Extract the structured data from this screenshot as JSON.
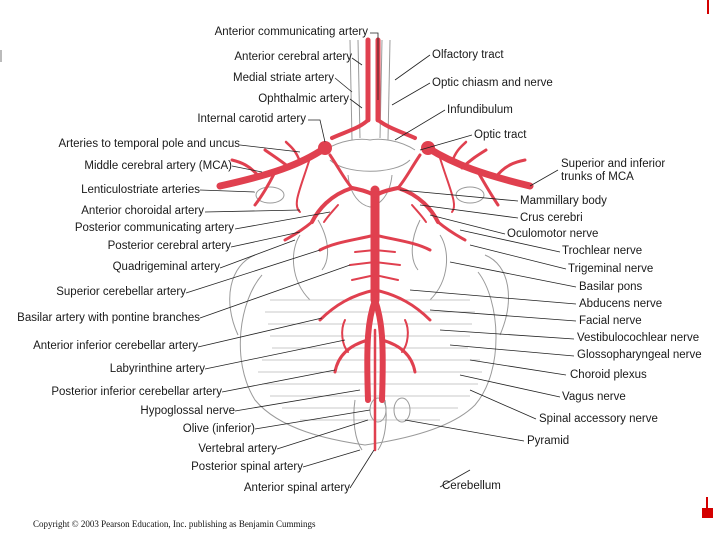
{
  "left_labels": [
    "Anterior communicating artery",
    "Anterior cerebral artery",
    "Medial striate artery",
    "Ophthalmic artery",
    "Internal carotid artery",
    "Arteries to temporal pole and uncus",
    "Middle cerebral artery (MCA)",
    "Lenticulostriate arteries",
    "Anterior choroidal artery",
    "Posterior communicating artery",
    "Posterior cerebral artery",
    "Quadrigeminal artery",
    "Superior cerebellar artery",
    "Basilar artery with pontine branches",
    "Anterior inferior cerebellar artery",
    "Labyrinthine artery",
    "Posterior inferior cerebellar artery",
    "Hypoglossal nerve",
    "Olive (inferior)",
    "Vertebral artery",
    "Posterior spinal artery",
    "Anterior spinal artery"
  ],
  "right_labels": [
    "Olfactory tract",
    "Optic chiasm and nerve",
    "Infundibulum",
    "Optic tract",
    "Superior and inferior trunks of MCA",
    "Mammillary body",
    "Crus cerebri",
    "Oculomotor nerve",
    "Trochlear nerve",
    "Trigeminal nerve",
    "Basilar pons",
    "Abducens nerve",
    "Facial nerve",
    "Vestibulocochlear nerve",
    "Glossopharyngeal nerve",
    "Choroid plexus",
    "Vagus nerve",
    "Spinal accessory nerve",
    "Pyramid",
    "Cerebellum"
  ],
  "copyright": "Copyright © 2003 Pearson Education, Inc. publishing as Benjamin Cummings",
  "colors": {
    "artery": "#e0404f",
    "artery_dark": "#b52535",
    "outline": "#9a9a9a",
    "leader": "#222222",
    "accent_mark": "#d40000"
  }
}
